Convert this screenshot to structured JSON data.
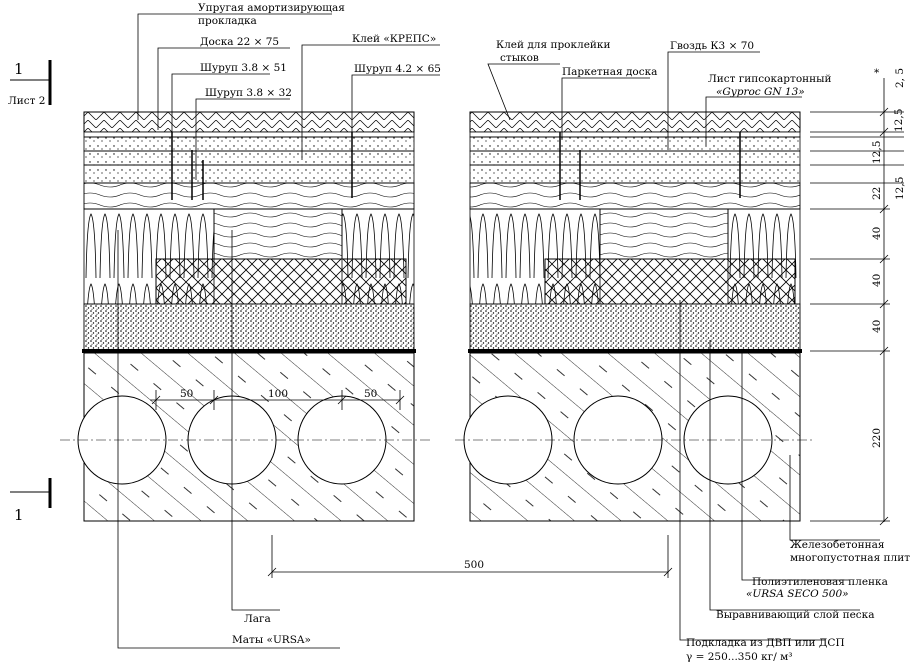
{
  "section": {
    "mark_top": "1",
    "mark_bottom": "1",
    "sheet_ref": "Лист 2"
  },
  "left_labels": {
    "elastic_pad": "Упругая амортизирующая",
    "elastic_pad_2": "прокладка",
    "board": "Доска 22 × 75",
    "screw_51": "Шуруп 3.8 × 51",
    "screw_32": "Шуруп 3.8 × 32",
    "glue_kreps": "Клей «КРЕПС»",
    "screw_65": "Шуруп 4.2 × 65"
  },
  "right_labels": {
    "joint_glue": "Клей для проклейки",
    "joint_glue_2": "стыков",
    "parquet": "Паркетная доска",
    "nail": "Гвоздь К3 × 70",
    "gypsum": "Лист гипсокартонный",
    "gypsum_brand": "«Gyproc GN 13»"
  },
  "bottom_labels": {
    "slab": "Железобетонная",
    "slab_2": "многопустотная плита",
    "film": "Полиэтиленовая пленка",
    "film_brand": "«URSA SECO 500»",
    "sand": "Выравнивающий слой песка",
    "pad": "Подкладка из ДВП или ДСП",
    "pad_density": "γ = 250...350 кг/ м³",
    "joist": "Лага",
    "mats": "Маты «URSA»"
  },
  "dimensions": {
    "d50_left": "50",
    "d100": "100",
    "d50_right": "50",
    "d500": "500",
    "star": "*",
    "v_2_5": "2, 5",
    "v_12_5_a": "12,5",
    "v_12_5_b": "12,5",
    "v_12_5_c": "12,5",
    "v_22": "22",
    "v_40_a": "40",
    "v_40_b": "40",
    "v_40_c": "40",
    "v_220": "220"
  }
}
